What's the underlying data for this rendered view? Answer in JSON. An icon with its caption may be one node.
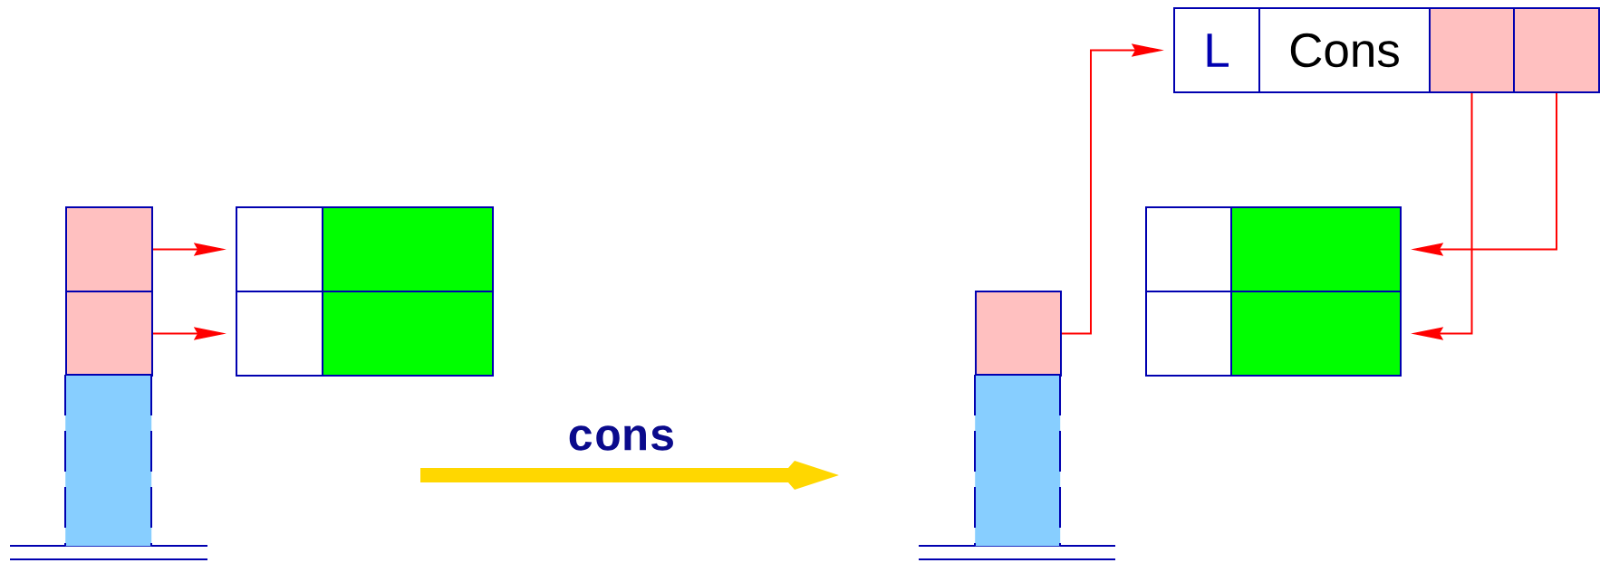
{
  "diagram": {
    "nodes": [
      {
        "text": [],
        "shape": "box"
      },
      {
        "text": [],
        "shape": "box"
      },
      {
        "text": [],
        "shape": "box"
      },
      {
        "text": [],
        "shape": "box"
      },
      {
        "text": [],
        "shape": "box"
      },
      {
        "text": [],
        "shape": "box"
      },
      {
        "text": [],
        "shape": "box"
      },
      {
        "text": [],
        "shape": "box"
      },
      {
        "text": [],
        "shape": "box"
      },
      {
        "text": [
          "L"
        ]
      },
      {
        "text": [
          "Cons"
        ]
      },
      {
        "text": [],
        "shape": "box"
      },
      {
        "text": [],
        "shape": "box"
      },
      {
        "text": [],
        "shape": "box"
      },
      {
        "text": [],
        "shape": "box"
      },
      {
        "text": [],
        "shape": "box"
      },
      {
        "text": [],
        "shape": "box"
      }
    ],
    "edges": [
      {
        "from": 0,
        "to": 3,
        "arrow": "to"
      },
      {
        "from": 1,
        "to": 5,
        "arrow": "to"
      },
      {
        "from": 7,
        "to": 9,
        "arrow": "to"
      },
      {
        "from": 11,
        "to": 16,
        "arrow": "to"
      },
      {
        "from": 12,
        "to": 14,
        "arrow": "to"
      }
    ],
    "labels": [
      "cons"
    ]
  }
}
